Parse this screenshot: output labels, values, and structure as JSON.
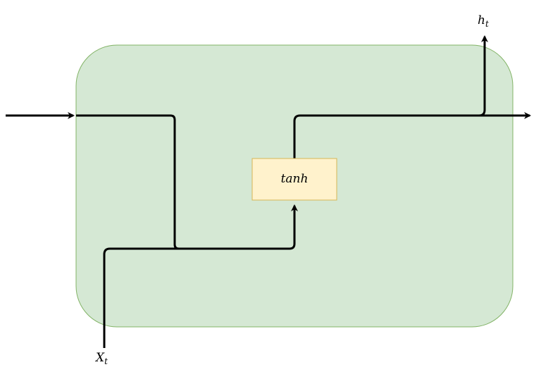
{
  "colors": {
    "cell_fill": "#d5e8d4",
    "cell_stroke": "#82b366",
    "activation_fill": "#fff2cc",
    "activation_stroke": "#d6b656",
    "wire": "#000000"
  },
  "activation": {
    "label": "tanh"
  },
  "output": {
    "symbol": "h",
    "subscript": "t"
  },
  "input": {
    "symbol": "X",
    "subscript": "t"
  }
}
